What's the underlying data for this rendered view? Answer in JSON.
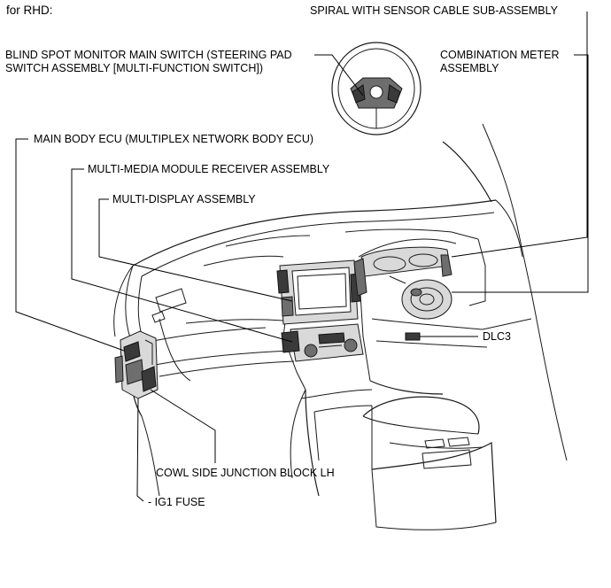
{
  "header": {
    "title": "for RHD:"
  },
  "labels": {
    "spiral": "SPIRAL WITH SENSOR CABLE SUB-ASSEMBLY",
    "blind_spot_line1": "BLIND SPOT MONITOR MAIN SWITCH (STEERING PAD",
    "blind_spot_line2": "SWITCH ASSEMBLY [MULTI-FUNCTION SWITCH])",
    "combination_line1": "COMBINATION METER",
    "combination_line2": "ASSEMBLY",
    "main_body_ecu": "MAIN BODY ECU (MULTIPLEX NETWORK BODY ECU)",
    "multimedia": "MULTI-MEDIA MODULE RECEIVER ASSEMBLY",
    "multidisplay": "MULTI-DISPLAY ASSEMBLY",
    "dlc3": "DLC3",
    "cowl_side": "COWL SIDE JUNCTION BLOCK LH",
    "ig1_fuse": "- IG1 FUSE"
  }
}
